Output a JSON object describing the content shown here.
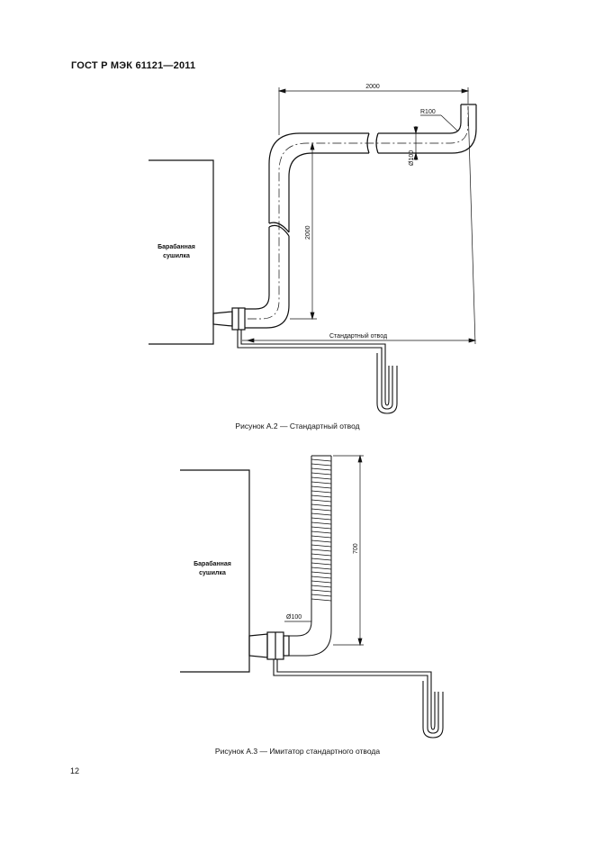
{
  "header": {
    "standard": "ГОСТ Р МЭК 61121—2011"
  },
  "figure_a2": {
    "caption": "Рисунок  А.2 — Стандартный отвод",
    "dryer_label_line1": "Барабанная",
    "dryer_label_line2": "сушилка",
    "dim_horizontal": "2000",
    "dim_vertical": "2000",
    "radius_label": "R100",
    "diameter_label": "Ø100",
    "duct_label": "Стандартный отвод"
  },
  "figure_a3": {
    "caption": "Рисунок А.3 — Имитатор стандартного отвода",
    "dryer_label_line1": "Барабанная",
    "dryer_label_line2": "сушилка",
    "dim_vertical": "700",
    "diameter_label": "Ø100"
  },
  "footer": {
    "page_number": "12"
  }
}
